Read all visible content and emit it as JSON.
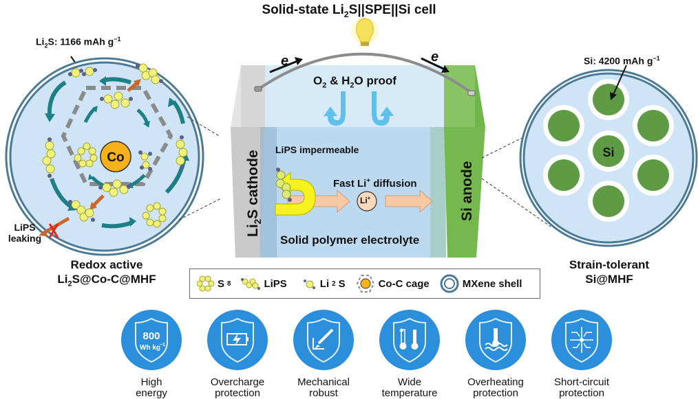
{
  "title": {
    "prefix": "Solid-state Li",
    "sub": "2",
    "suffix": "S||SPE||Si cell"
  },
  "left_panel": {
    "capacity_label": {
      "prefix": "Li",
      "sub": "2",
      "suffix": "S: 1166 mAh g",
      "sup": "−1"
    },
    "core_label": "Co",
    "leak_label_line1": "LiPS",
    "leak_label_line2": "leaking",
    "caption_line1": "Redox active",
    "caption_line2": {
      "prefix": "Li",
      "sub": "2",
      "suffix": "S@Co-C@MHF"
    }
  },
  "right_panel": {
    "capacity_label": {
      "prefix": "Si: 4200 mAh g",
      "sup": "−1"
    },
    "core_label": "Si",
    "caption_line1": "Strain-tolerant",
    "caption_line2": "Si@MHF"
  },
  "cell": {
    "electron_left": "e",
    "electron_right": "e",
    "proof_label": {
      "a": "O",
      "a_sub": "2",
      "mid": " & H",
      "b_sub": "2",
      "b": "O proof"
    },
    "cathode_label": {
      "prefix": "Li",
      "sub": "2",
      "suffix": "S cathode"
    },
    "anode_label": "Si anode",
    "impermeable_label": "LiPS impermeable",
    "diffusion_label": {
      "prefix": "Fast Li",
      "sup": "+",
      "suffix": " diffusion"
    },
    "ion_label": {
      "prefix": "Li",
      "sup": "+"
    },
    "electrolyte_label": "Solid polymer electrolyte"
  },
  "legend": {
    "items": [
      {
        "label": "S",
        "sub": "8",
        "icon": "s8-ring-icon"
      },
      {
        "label": "LiPS",
        "sub": "",
        "icon": "lips-chain-icon"
      },
      {
        "label": "Li",
        "sub": "2",
        "suffix": "S",
        "icon": "li2s-molecule-icon"
      },
      {
        "label": "Co-C cage",
        "sub": "",
        "icon": "co-c-cage-icon"
      },
      {
        "label": "MXene shell",
        "sub": "",
        "icon": "mxene-shell-icon"
      }
    ]
  },
  "features": [
    {
      "line1": "High",
      "line2": "energy",
      "icon": "shield-energy-icon",
      "value": "800",
      "unit": "Wh kg",
      "unit_sup": "−1"
    },
    {
      "line1": "Overcharge",
      "line2": "protection",
      "icon": "shield-battery-icon"
    },
    {
      "line1": "Mechanical",
      "line2": "robust",
      "icon": "shield-pen-impact-icon"
    },
    {
      "line1": "Wide",
      "line2": "temperature",
      "icon": "shield-thermometers-icon"
    },
    {
      "line1": "Overheating",
      "line2": "protection",
      "icon": "shield-heat-icon"
    },
    {
      "line1": "Short-circuit",
      "line2": "protection",
      "icon": "shield-circuit-icon"
    }
  ],
  "colors": {
    "shell_blue": "#4a7a96",
    "particle_fill": "#c9e1f5",
    "sulfur_yellow": "#f1f27a",
    "cobalt_orange": "#f7b21b",
    "cycle_teal": "#1e7f86",
    "cage_grey": "#8a8a8a",
    "si_green": "#5f9a45",
    "anode_green": "#74b84e",
    "cathode_grey": "#c9c9c9",
    "electrolyte_blue": "#bcd9ef",
    "feature_blue": "#2b8fdc"
  }
}
